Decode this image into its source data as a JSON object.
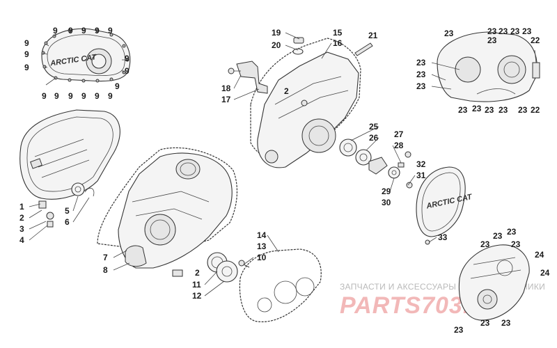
{
  "callouts": {
    "c9": "9",
    "c1": "1",
    "c2": "2",
    "c3": "3",
    "c4": "4",
    "c5": "5",
    "c6": "6",
    "c7": "7",
    "c8": "8",
    "c10": "10",
    "c11": "11",
    "c12": "12",
    "c13": "13",
    "c14": "14",
    "c15": "15",
    "c16": "16",
    "c17": "17",
    "c18": "18",
    "c19": "19",
    "c20": "20",
    "c21": "21",
    "c22": "22",
    "c23": "23",
    "c24": "24",
    "c25": "25",
    "c26": "26",
    "c27": "27",
    "c28": "28",
    "c29": "29",
    "c30": "30",
    "c31": "31",
    "c32": "32",
    "c33": "33"
  },
  "logos": {
    "brand": "ARCTIC CAT"
  },
  "watermark": {
    "line1": "ЗАПЧАСТИ И АКСЕССУАРЫ ДЛЯ МОТОТЕХНИКИ",
    "line2": "PARTS703.RU"
  },
  "colors": {
    "watermark_red": "#f2b8b8",
    "watermark_gray": "#b9b9b9",
    "linework": "#333333"
  }
}
